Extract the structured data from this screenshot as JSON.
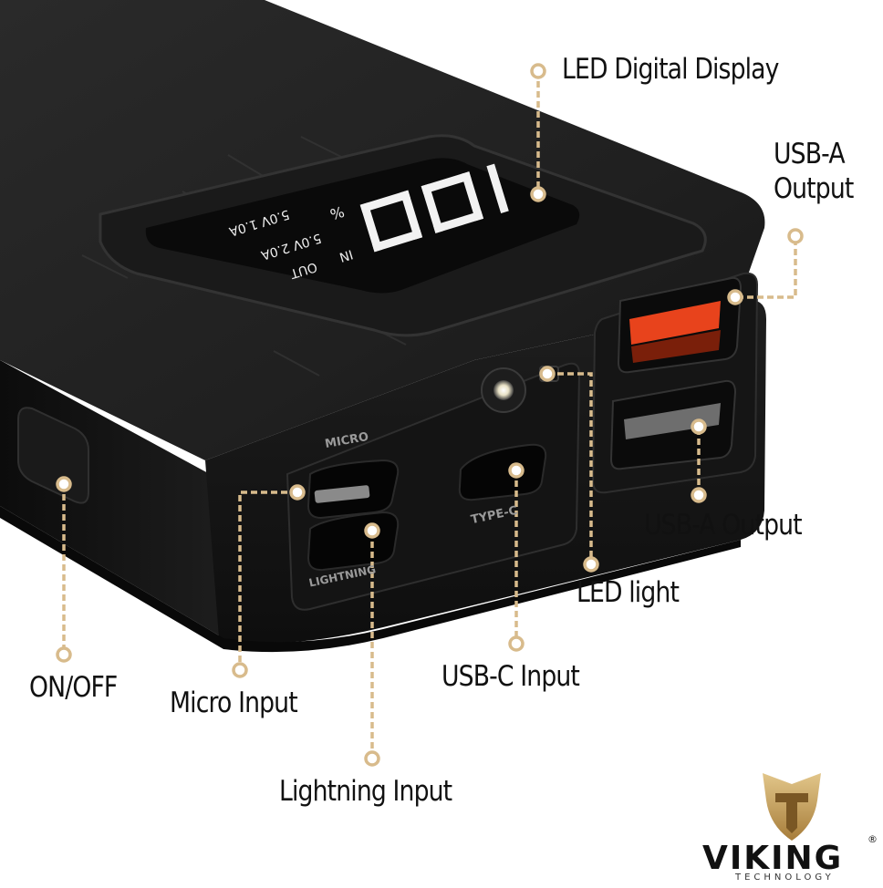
{
  "device_print": {
    "display_digits": "100",
    "display_percent": "%",
    "in_label": "IN",
    "out_label": "OUT",
    "in_spec": "5.0V 2.0A",
    "out_spec": "5.0V 1.0A",
    "port_micro": "MICRO",
    "port_lightning": "LIGHTNING",
    "port_type_c": "TYPE-C"
  },
  "callouts": {
    "led_display": "LED Digital Display",
    "usb_a_output_top": "USB-A Output",
    "usb_a_output_bottom": "USB-A Output",
    "led_light": "LED light",
    "usb_c_input": "USB-C Input",
    "lightning_input": "Lightning Input",
    "micro_input": "Micro Input",
    "on_off": "ON/OFF"
  },
  "brand": {
    "name": "VIKING",
    "tagline": "TECHNOLOGY",
    "registered": "®"
  },
  "colors": {
    "callout_line": "#d8bb8c",
    "body": "#1c1c1c",
    "usb_a_accent": "#e8431c",
    "gold": "#c49a55"
  }
}
